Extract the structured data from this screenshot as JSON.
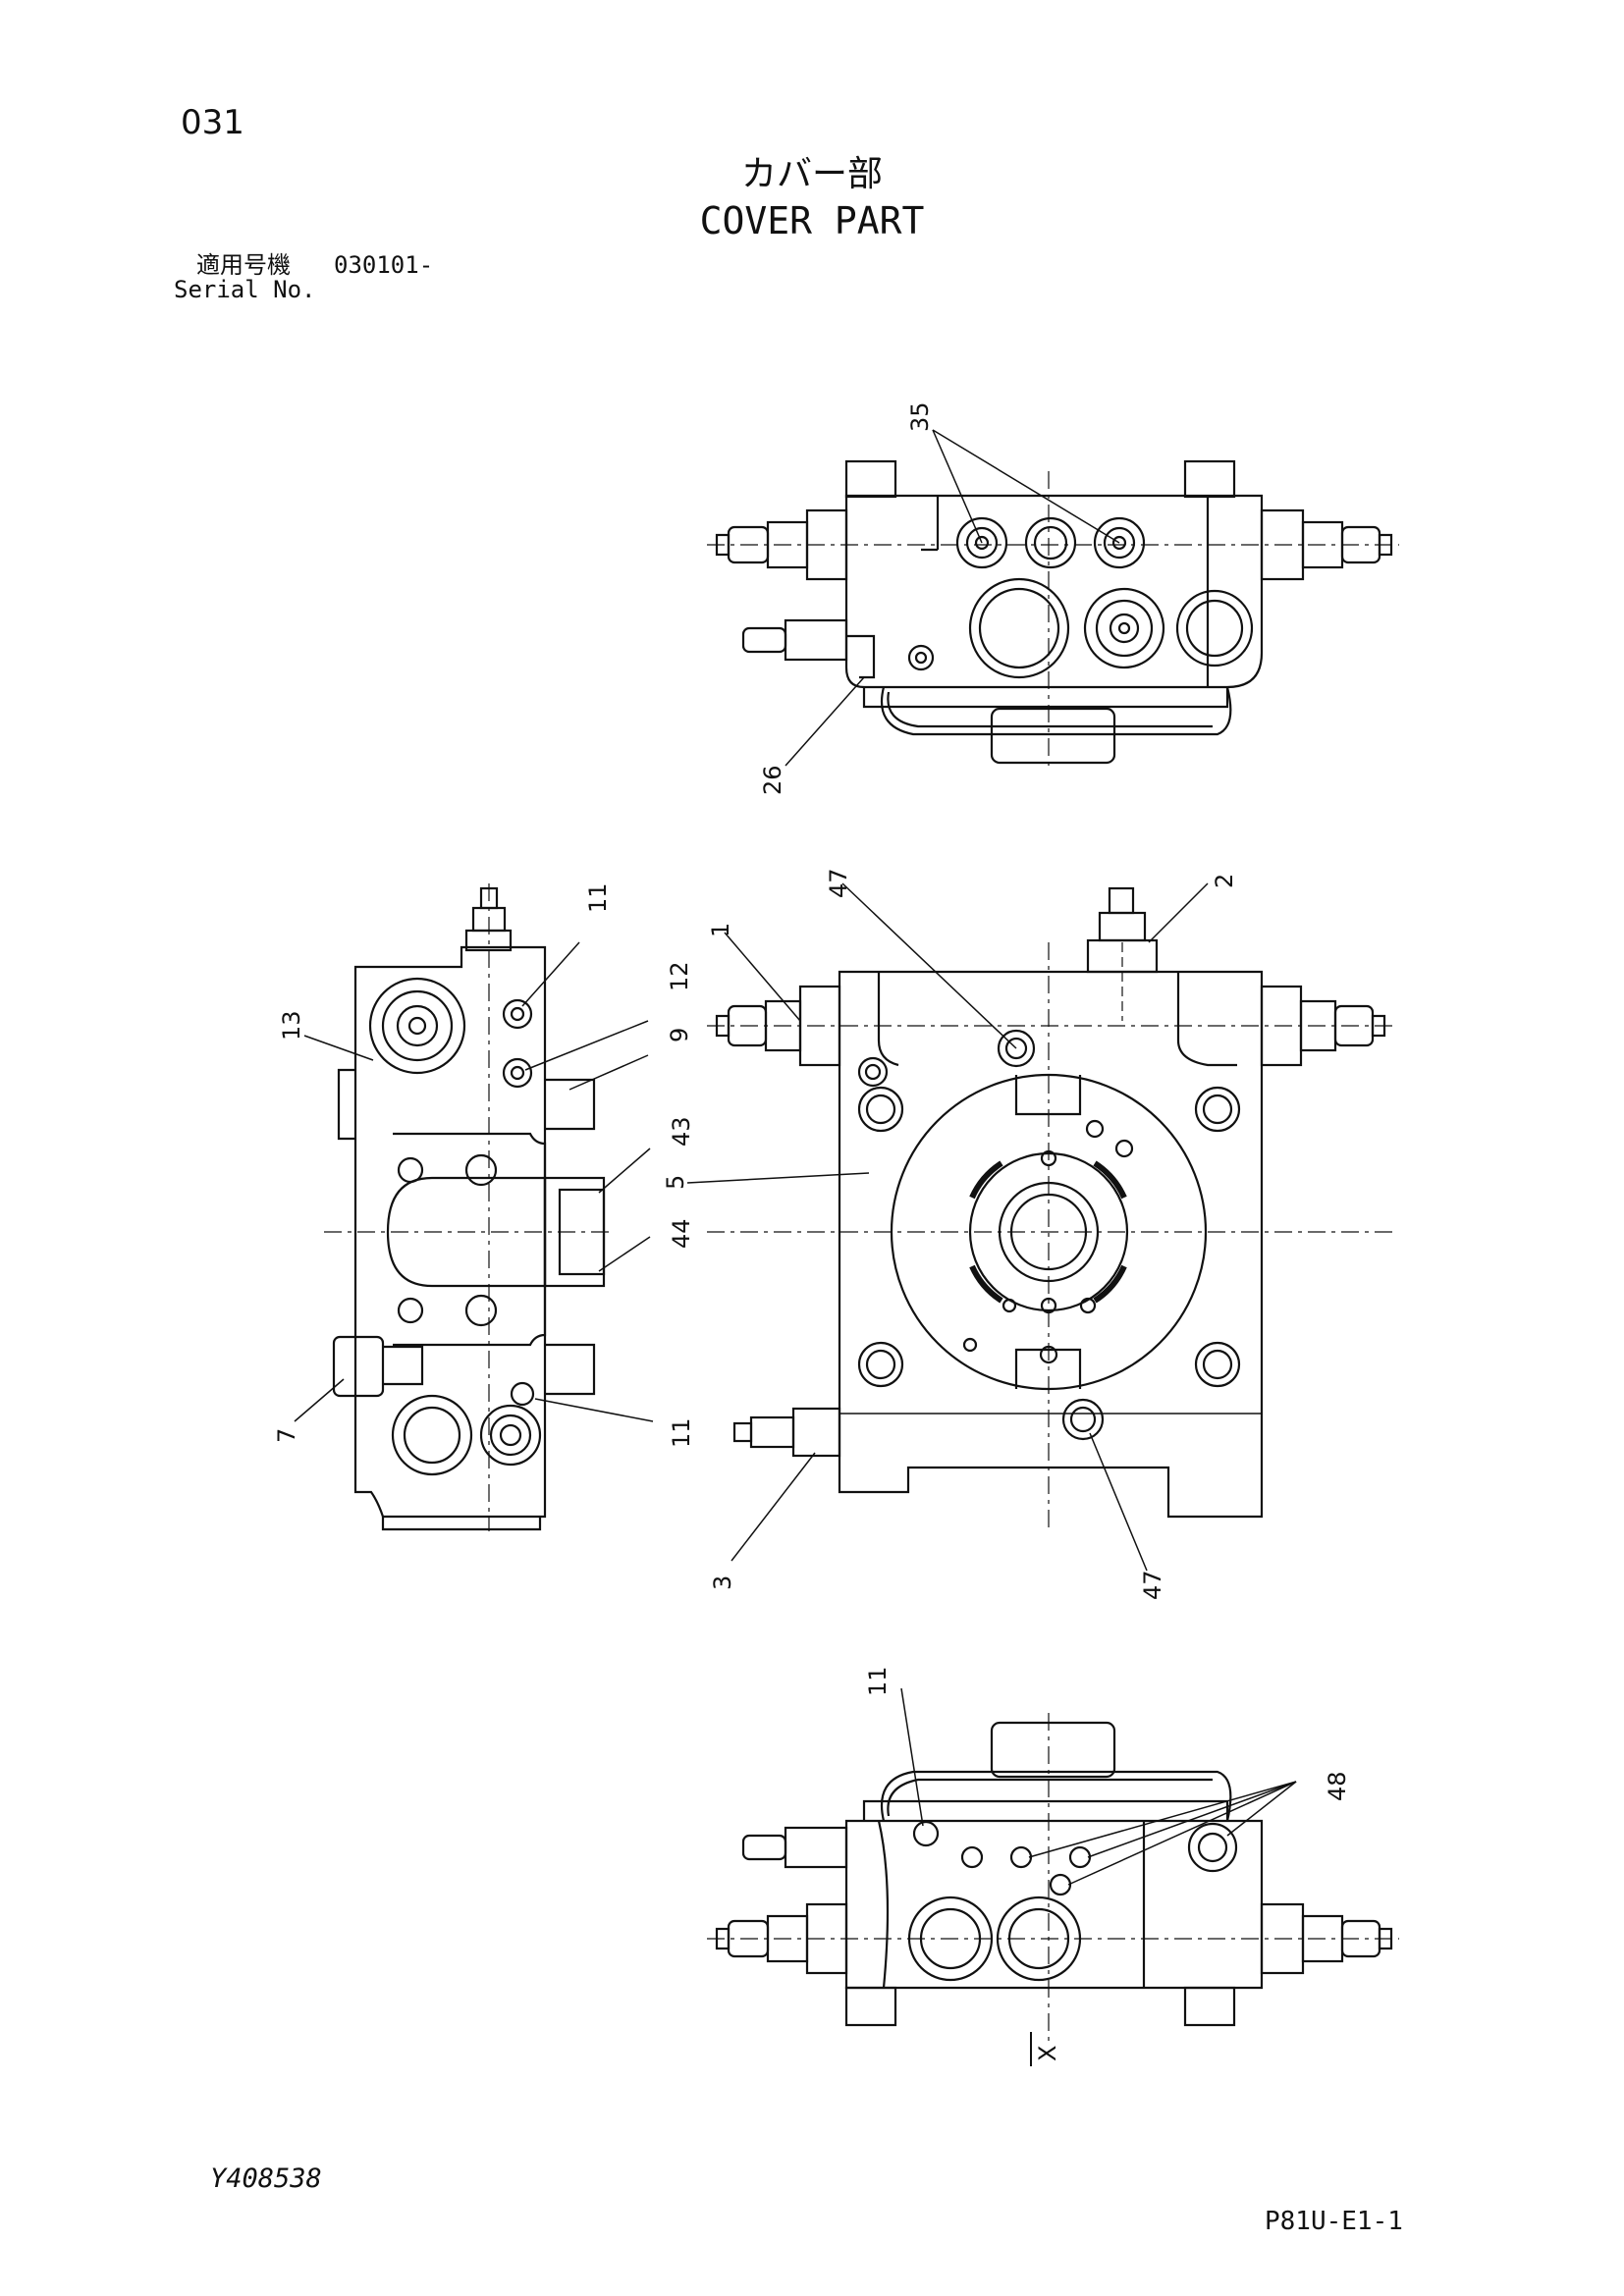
{
  "page_number": "031",
  "title_jp": "カバー部",
  "title_en": "COVER PART",
  "serial": {
    "label_jp": "適用号機",
    "value": "030101-",
    "label_en": "Serial No."
  },
  "callouts": {
    "top_35": "35",
    "top_26": "26",
    "mid_47a": "47",
    "mid_2": "2",
    "mid_1": "1",
    "mid_5": "5",
    "mid_3": "3",
    "mid_47b": "47",
    "left_11a": "11",
    "left_12": "12",
    "left_9": "9",
    "left_13": "13",
    "left_43": "43",
    "left_44": "44",
    "left_7": "7",
    "left_11b": "11",
    "bot_11": "11",
    "bot_48": "48",
    "bot_x": "X"
  },
  "drawing_number": "Y408538",
  "sheet_code": "P81U-E1-1",
  "colors": {
    "ink": "#111111",
    "paper": "#ffffff"
  }
}
